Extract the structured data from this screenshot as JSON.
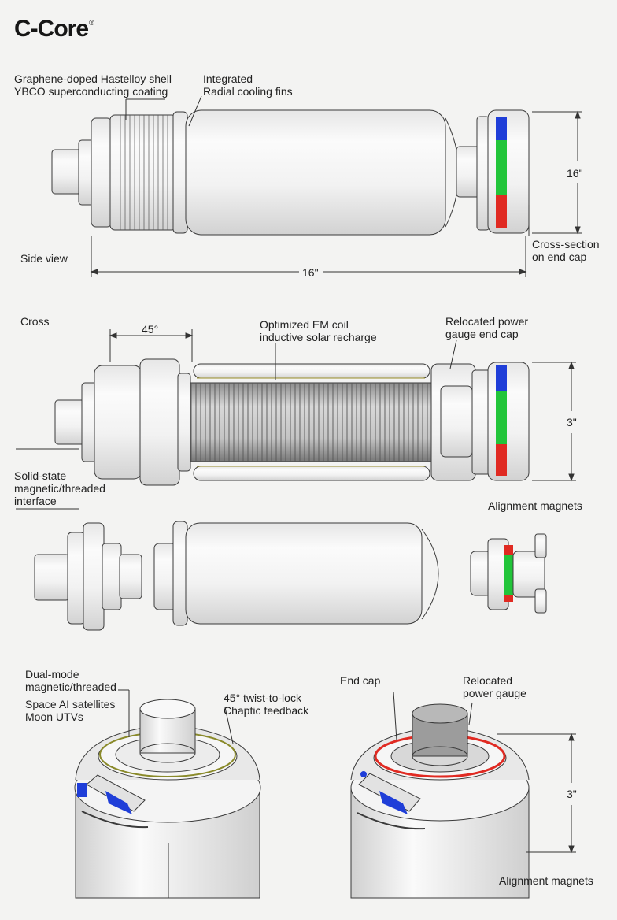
{
  "brand": {
    "name": "C-Core",
    "mark": "®"
  },
  "side_view": {
    "title": "Side view",
    "callout_shell": [
      "Graphene-doped Hastelloy shell",
      "YBCO superconducting coating"
    ],
    "callout_fins": [
      "Integrated",
      "Radial cooling fins"
    ],
    "dim_length": "16\"",
    "dim_height": "16\"",
    "callout_endcap": [
      "Cross-section",
      "on end cap"
    ]
  },
  "cross_view": {
    "title": "Cross",
    "angle": "45°",
    "callout_coil": [
      "Optimized EM coil",
      "inductive solar recharge"
    ],
    "callout_gauge": [
      "Relocated power",
      "gauge end cap"
    ],
    "dim_height": "3\"",
    "callout_interface": [
      "Solid-state",
      "magnetic/threaded",
      "interface"
    ]
  },
  "exploded_view": {
    "callout_magnets": "Alignment magnets"
  },
  "detail_left": {
    "callout_mode": [
      "Dual-mode",
      "magnetic/threaded"
    ],
    "callout_use": [
      "Space AI satellites",
      "Moon UTVs"
    ],
    "callout_lock": [
      "45° twist-to-lock",
      "Chaptic feedback"
    ]
  },
  "detail_right": {
    "callout_endcap": "End cap",
    "callout_gauge": [
      "Relocated",
      "power gauge"
    ],
    "dim_height": "3\"",
    "callout_magnets": "Alignment magnets"
  },
  "colors": {
    "blue": "#1f3ed8",
    "green": "#22c53a",
    "red": "#e02a22",
    "line": "#3a3a3a"
  }
}
